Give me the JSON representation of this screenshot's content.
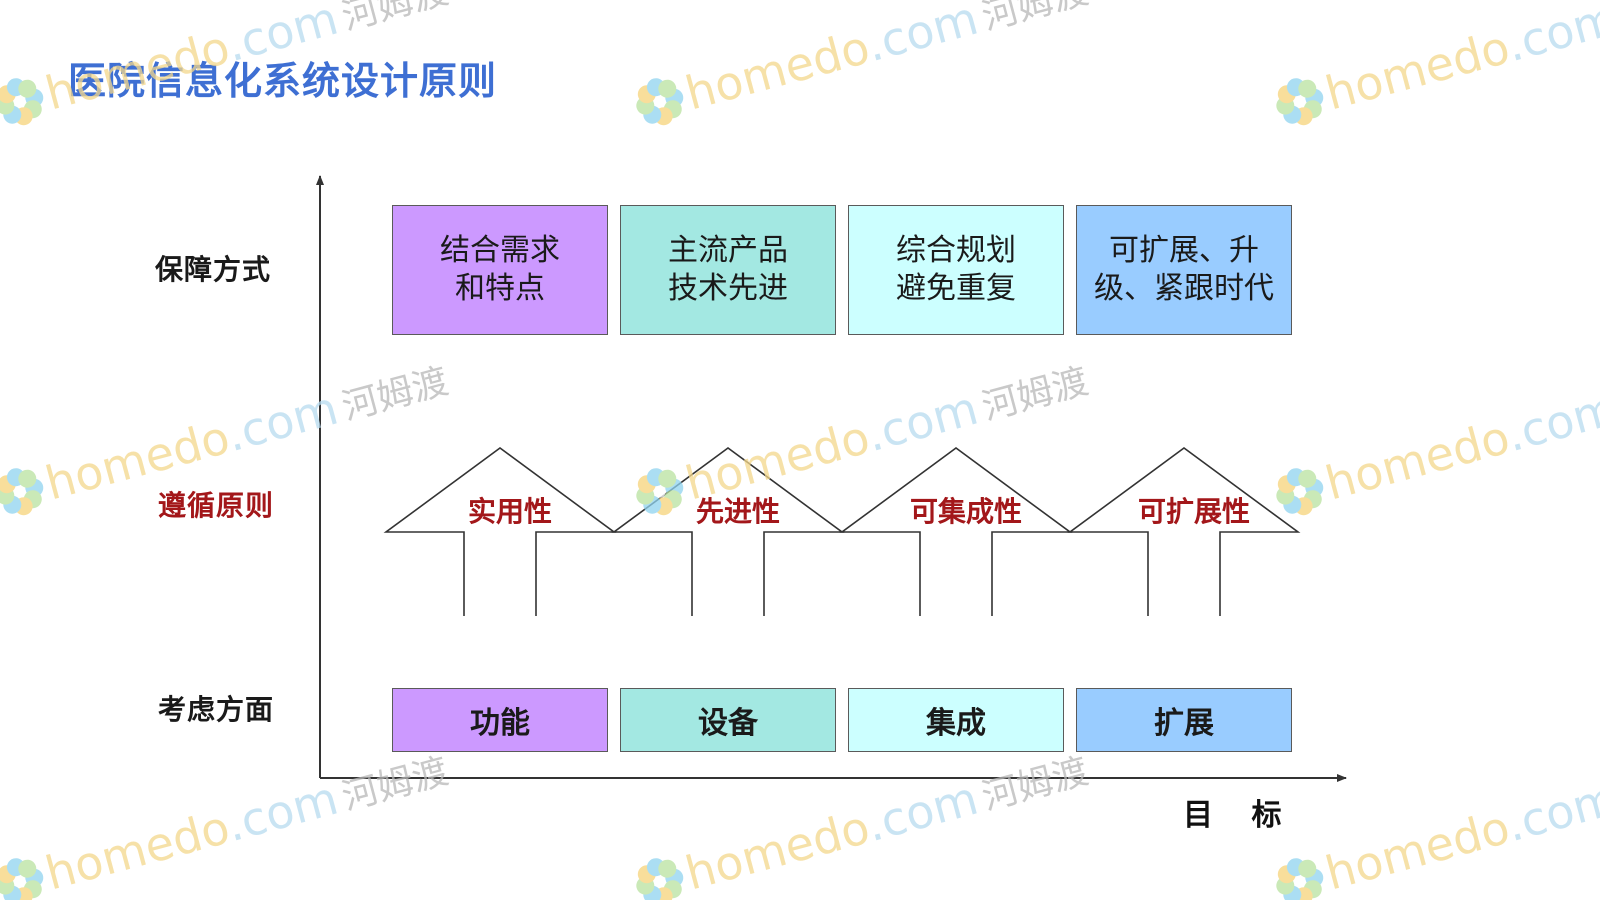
{
  "title": "医院信息化系统设计原则",
  "row_labels": {
    "guarantee": "保障方式",
    "principle": "遵循原则",
    "consideration": "考虑方面"
  },
  "columns": [
    {
      "top_line1": "结合需求",
      "top_line2": "和特点",
      "principle": "实用性",
      "aspect": "功能",
      "color": "#cc99ff"
    },
    {
      "top_line1": "主流产品",
      "top_line2": "技术先进",
      "principle": "先进性",
      "aspect": "设备",
      "color": "#a3e8e2"
    },
    {
      "top_line1": "综合规划",
      "top_line2": "避免重复",
      "principle": "可集成性",
      "aspect": "集成",
      "color": "#ccffff"
    },
    {
      "top_line1": "可扩展、升",
      "top_line2": "级、紧跟时代",
      "principle": "可扩展性",
      "aspect": "扩展",
      "color": "#99ccff"
    }
  ],
  "axis_label": "目 标",
  "watermark": {
    "site_main": "homedo",
    "site_suffix": ".com",
    "site_cn": "河姆渡",
    "icon": "flower-logo-icon"
  },
  "colors": {
    "title": "#3e6fd3",
    "principle_text": "#a3171a"
  }
}
